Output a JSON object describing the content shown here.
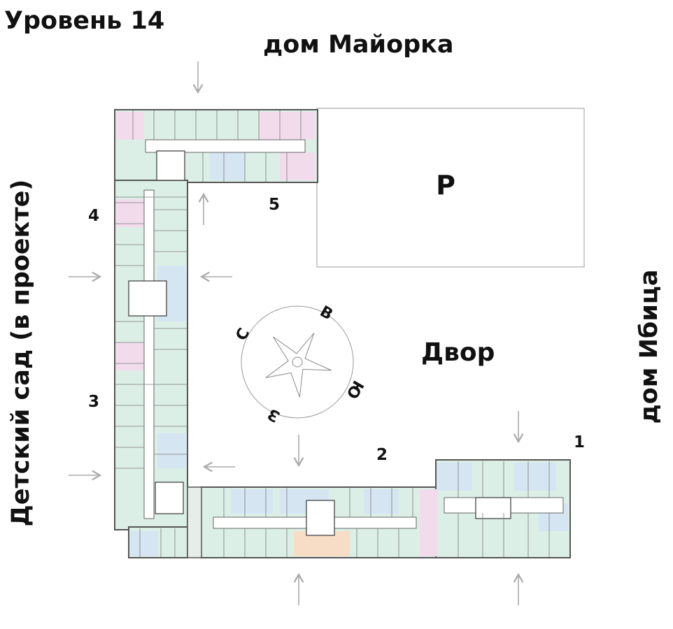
{
  "title": "Уровень 14",
  "neighbors": {
    "north": "дом Майорка",
    "east": "дом Ибица",
    "west": "Детский сад (в проекте)"
  },
  "parking_label": "Р",
  "courtyard_label": "Двор",
  "sections": [
    "1",
    "2",
    "3",
    "4",
    "5"
  ],
  "compass": {
    "north": "С",
    "east": "В",
    "south": "Ю",
    "west": "З"
  },
  "colors": {
    "apt_green": "#dcefe6",
    "apt_blue": "#d6e5f2",
    "apt_pink": "#f2dcec",
    "apt_orange": "#f7dcc6",
    "wall": "#555555",
    "arrow": "#aaaaaa"
  }
}
